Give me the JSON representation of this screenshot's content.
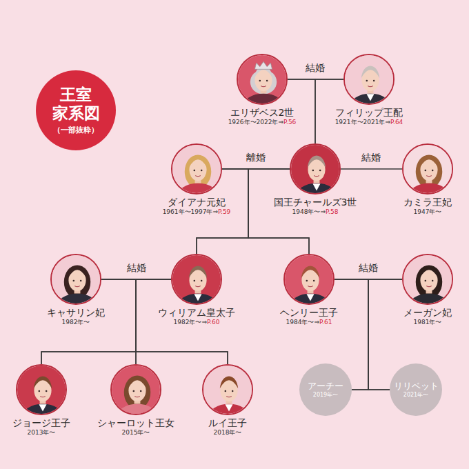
{
  "diagram": {
    "title": "王室 家系図",
    "nodes": [
      {
        "text": [
          "エリザベス2世",
          "1926年〜2022年⇒",
          "P.56"
        ]
      },
      {
        "text": [
          "フィリップ王配",
          "1921年〜2021年⇒",
          "P.64"
        ]
      },
      {
        "text": [
          "ダイアナ元妃",
          "1961年〜1997年⇒",
          "P.59"
        ]
      },
      {
        "text": [
          "国王チャールズ3世",
          "1948年〜⇒",
          "P.58"
        ]
      },
      {
        "text": [
          "カミラ王妃",
          "1947年〜"
        ]
      },
      {
        "text": [
          "キャサリン妃",
          "1982年〜"
        ]
      },
      {
        "text": [
          "ウィリアム皇太子",
          "1982年〜⇒",
          "P.60"
        ]
      },
      {
        "text": [
          "ヘンリー王子",
          "1984年〜⇒",
          "P.61"
        ]
      },
      {
        "text": [
          "メーガン妃",
          "1981年〜"
        ]
      },
      {
        "text": [
          "ジョージ王子",
          "2013年〜"
        ]
      },
      {
        "text": [
          "シャーロット王女",
          "2015年〜"
        ]
      },
      {
        "text": [
          "ルイ王子",
          "2018年〜"
        ]
      },
      {
        "text": [
          "アーチー",
          "2019年〜"
        ]
      },
      {
        "text": [
          "リリベット",
          "2021年〜"
        ]
      }
    ],
    "edges": [
      {
        "from": 0,
        "to": 1,
        "arrow": "none",
        "label": "結婚"
      },
      {
        "from": 2,
        "to": 3,
        "arrow": "none",
        "label": "離婚"
      },
      {
        "from": 3,
        "to": 4,
        "arrow": "none",
        "label": "結婚"
      },
      {
        "from": 5,
        "to": 6,
        "arrow": "none",
        "label": "結婚"
      },
      {
        "from": 7,
        "to": 8,
        "arrow": "none",
        "label": "結婚"
      },
      {
        "from": 0,
        "to": 3,
        "arrow": "none"
      },
      {
        "from": 1,
        "to": 3,
        "arrow": "none"
      },
      {
        "from": 2,
        "to": 6,
        "arrow": "none"
      },
      {
        "from": 2,
        "to": 7,
        "arrow": "none"
      },
      {
        "from": 3,
        "to": 6,
        "arrow": "none"
      },
      {
        "from": 3,
        "to": 7,
        "arrow": "none"
      },
      {
        "from": 5,
        "to": 9,
        "arrow": "none"
      },
      {
        "from": 5,
        "to": 10,
        "arrow": "none"
      },
      {
        "from": 5,
        "to": 11,
        "arrow": "none"
      },
      {
        "from": 6,
        "to": 9,
        "arrow": "none"
      },
      {
        "from": 6,
        "to": 10,
        "arrow": "none"
      },
      {
        "from": 6,
        "to": 11,
        "arrow": "none"
      },
      {
        "from": 7,
        "to": 12,
        "arrow": "none"
      },
      {
        "from": 7,
        "to": 13,
        "arrow": "none"
      },
      {
        "from": 8,
        "to": 12,
        "arrow": "none"
      },
      {
        "from": 8,
        "to": 13,
        "arrow": "none"
      }
    ],
    "labels": [
      "（一部抜粋）"
    ]
  }
}
